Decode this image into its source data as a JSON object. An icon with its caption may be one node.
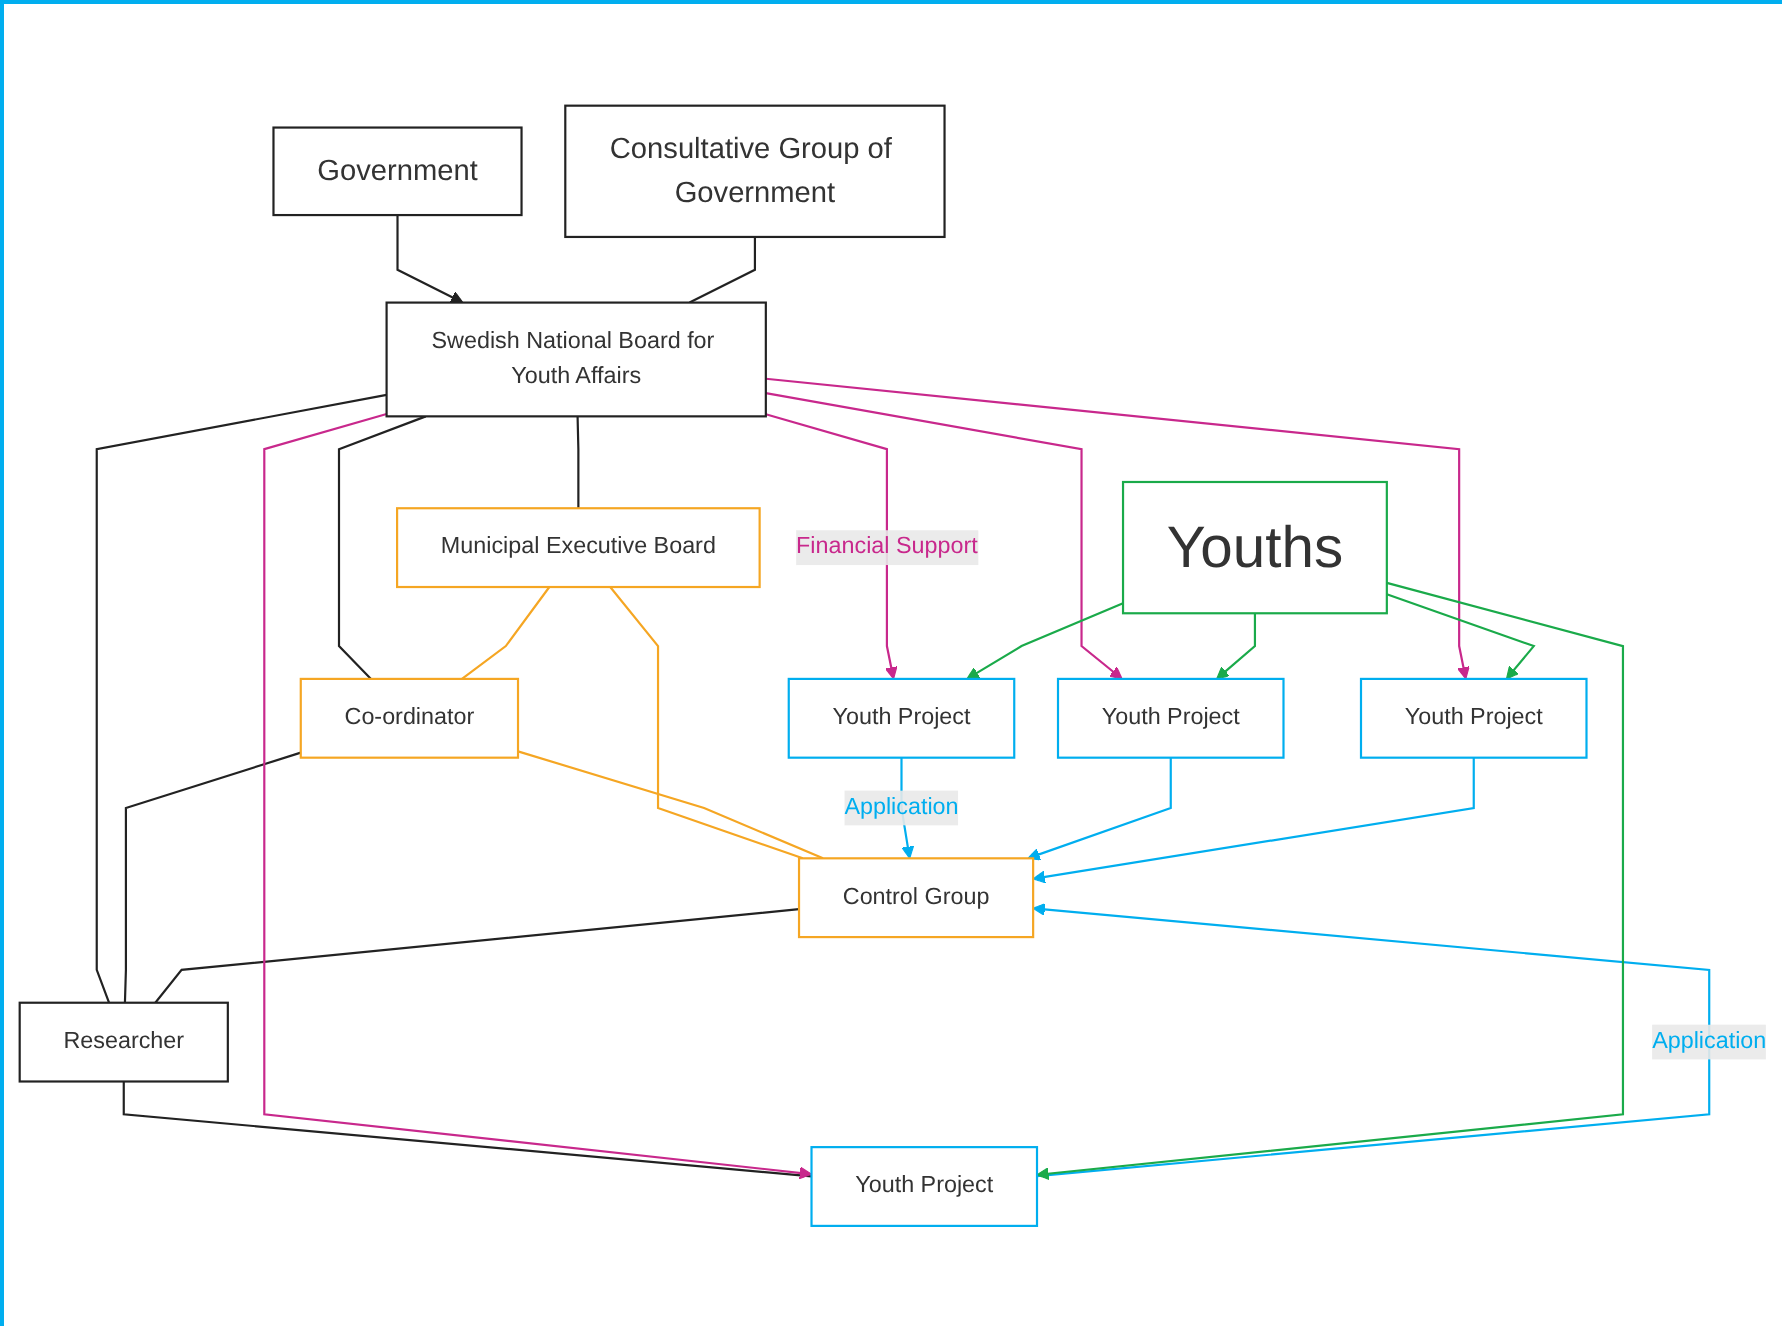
{
  "diagram": {
    "nodes": [
      {
        "text": [
          "Government"
        ]
      },
      {
        "text": [
          "Consultative Group of Government"
        ]
      },
      {
        "text": [
          "Swedish National Board for Youth Affairs"
        ]
      },
      {
        "text": [
          "Municipal Executive Board"
        ]
      },
      {
        "text": [
          "Co-ordinator"
        ]
      },
      {
        "text": [
          "Researcher"
        ]
      },
      {
        "text": [
          "Control Group"
        ]
      },
      {
        "text": [
          "Youth Project"
        ]
      },
      {
        "text": [
          "Youth Project"
        ]
      },
      {
        "text": [
          "Youth Project"
        ]
      },
      {
        "text": [
          "Youth Project"
        ]
      },
      {
        "text": [
          "Youths"
        ]
      }
    ],
    "edges": [
      {
        "from": 0,
        "to": 2,
        "arrow": "to"
      },
      {
        "from": 1,
        "to": 2,
        "arrow": "none"
      },
      {
        "from": 2,
        "to": 3,
        "arrow": "none"
      },
      {
        "from": 2,
        "to": 4,
        "arrow": "none"
      },
      {
        "from": 2,
        "to": 5,
        "arrow": "none"
      },
      {
        "from": 3,
        "to": 4,
        "arrow": "none",
        "color": "#f5a623"
      },
      {
        "from": 3,
        "to": 6,
        "arrow": "none",
        "color": "#f5a623"
      },
      {
        "from": 4,
        "to": 6,
        "arrow": "none",
        "color": "#f5a623"
      },
      {
        "from": 4,
        "to": 5,
        "arrow": "none"
      },
      {
        "from": 6,
        "to": 5,
        "arrow": "none"
      },
      {
        "from": 5,
        "to": 10,
        "arrow": "none"
      },
      {
        "from": 2,
        "to": 7,
        "arrow": "to",
        "label": "Financial Support",
        "color": "#c8288c"
      },
      {
        "from": 2,
        "to": 8,
        "arrow": "to",
        "color": "#c8288c"
      },
      {
        "from": 2,
        "to": 9,
        "arrow": "to",
        "color": "#c8288c"
      },
      {
        "from": 2,
        "to": 10,
        "arrow": "to",
        "color": "#c8288c"
      },
      {
        "from": 7,
        "to": 6,
        "arrow": "to",
        "label": "Application",
        "color": "#00aeef"
      },
      {
        "from": 8,
        "to": 6,
        "arrow": "to",
        "color": "#00aeef"
      },
      {
        "from": 9,
        "to": 6,
        "arrow": "to",
        "color": "#00aeef"
      },
      {
        "from": 10,
        "to": 6,
        "arrow": "to",
        "label": "Application",
        "color": "#00aeef"
      },
      {
        "from": 11,
        "to": 7,
        "arrow": "to",
        "color": "#1aaa4a"
      },
      {
        "from": 11,
        "to": 8,
        "arrow": "to",
        "color": "#1aaa4a"
      },
      {
        "from": 11,
        "to": 9,
        "arrow": "to",
        "color": "#1aaa4a"
      },
      {
        "from": 11,
        "to": 10,
        "arrow": "to",
        "color": "#1aaa4a"
      }
    ]
  }
}
